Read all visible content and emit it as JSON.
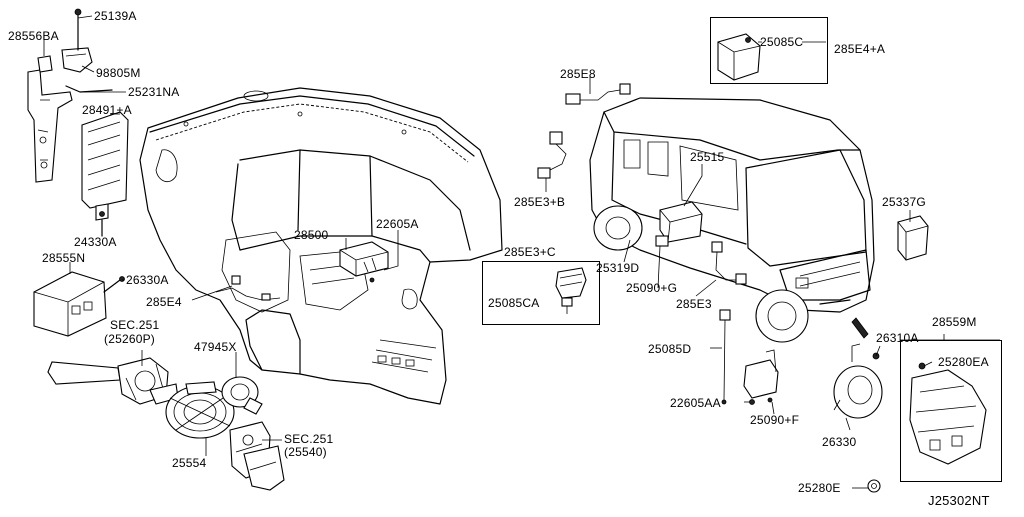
{
  "diagram_code": "J25302NT",
  "labels": {
    "p25139A": "25139A",
    "p28556BA": "28556BA",
    "p98805M": "98805M",
    "p25231NA": "25231NA",
    "p28491A": "28491+A",
    "p24330A": "24330A",
    "p28555N": "28555N",
    "p26330A": "26330A",
    "p285E4": "285E4",
    "pSEC251a": "SEC.251",
    "pSEC251a_sub": "(25260P)",
    "p47945X": "47945X",
    "p25554": "25554",
    "pSEC251b": "SEC.251",
    "pSEC251b_sub": "(25540)",
    "p28500": "28500",
    "p22605A": "22605A",
    "p285E3C": "285E3+C",
    "p25085CA": "25085CA",
    "p285E8": "285E8",
    "p285E3B": "285E3+B",
    "p25515": "25515",
    "p25319D": "25319D",
    "p25090G": "25090+G",
    "p285E3": "285E3",
    "p25085D": "25085D",
    "p22605AA": "22605AA",
    "p25090F": "25090+F",
    "p25085C": "25085C",
    "p285E4A": "285E4+A",
    "p25337G": "25337G",
    "p26310A": "26310A",
    "p28559M": "28559M",
    "p25280EA": "25280EA",
    "p26330": "26330",
    "p25280E": "25280E"
  }
}
